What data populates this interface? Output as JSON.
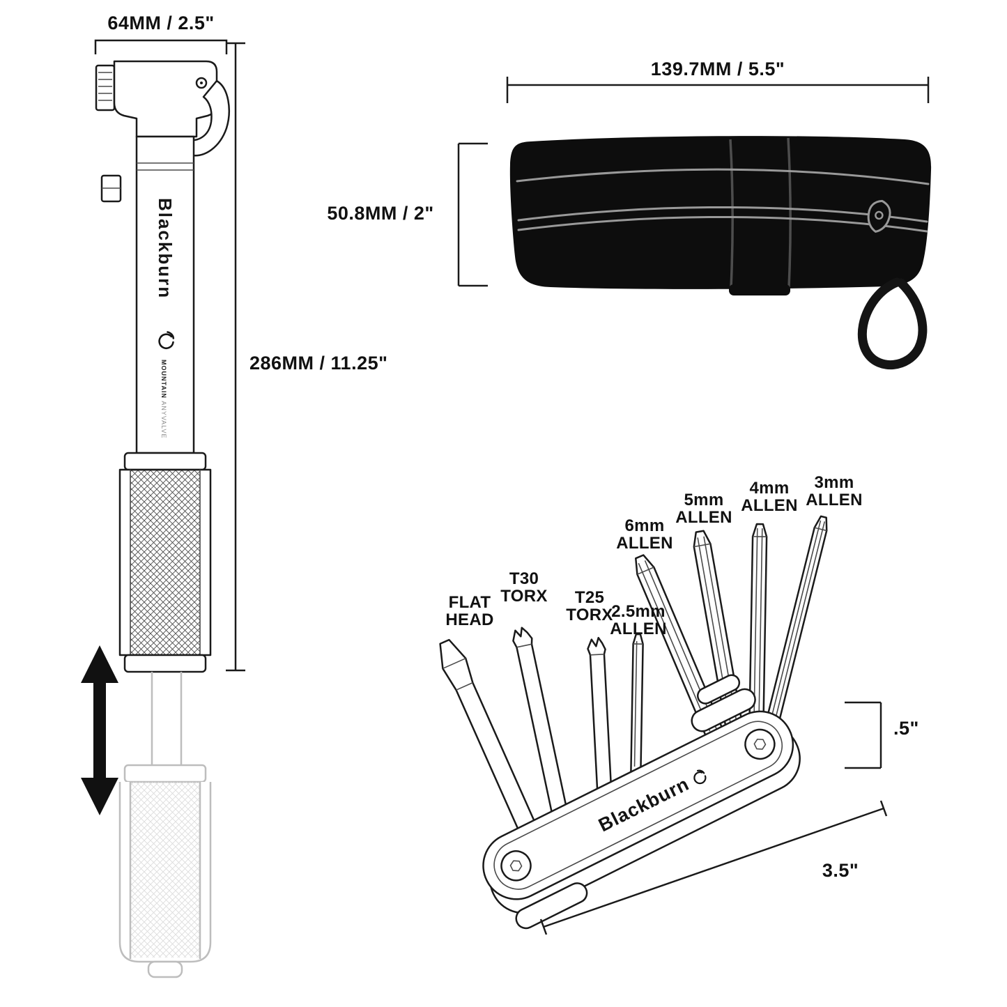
{
  "pump": {
    "width_label": "64MM / 2.5\"",
    "length_label": "286MM / 11.25\"",
    "brand": "Blackburn",
    "model_primary": "MOUNTAIN",
    "model_secondary": "ANYVALVE"
  },
  "bag": {
    "width_label": "139.7MM / 5.5\"",
    "height_label": "50.8MM / 2\""
  },
  "multitool": {
    "brand": "Blackburn",
    "thickness_label": ".5\"",
    "length_label": "3.5\"",
    "tools": [
      {
        "id": "flat-head",
        "line1": "FLAT",
        "line2": "HEAD"
      },
      {
        "id": "t30-torx",
        "line1": "T30",
        "line2": "TORX"
      },
      {
        "id": "t25-torx",
        "line1": "T25",
        "line2": "TORX"
      },
      {
        "id": "allen-2-5mm",
        "line1": "2.5mm",
        "line2": "ALLEN"
      },
      {
        "id": "allen-6mm",
        "line1": "6mm",
        "line2": "ALLEN"
      },
      {
        "id": "allen-5mm",
        "line1": "5mm",
        "line2": "ALLEN"
      },
      {
        "id": "allen-4mm",
        "line1": "4mm",
        "line2": "ALLEN"
      },
      {
        "id": "allen-3mm",
        "line1": "3mm",
        "line2": "ALLEN"
      }
    ]
  },
  "icons": {
    "brand_logo": "blackburn-flame-icon"
  },
  "colors": {
    "background": "#ffffff",
    "line": "#1a1a1a",
    "ghost_line": "#bdbdbd",
    "bag_fill": "#0d0d0d",
    "zipper_gray": "#999999"
  }
}
